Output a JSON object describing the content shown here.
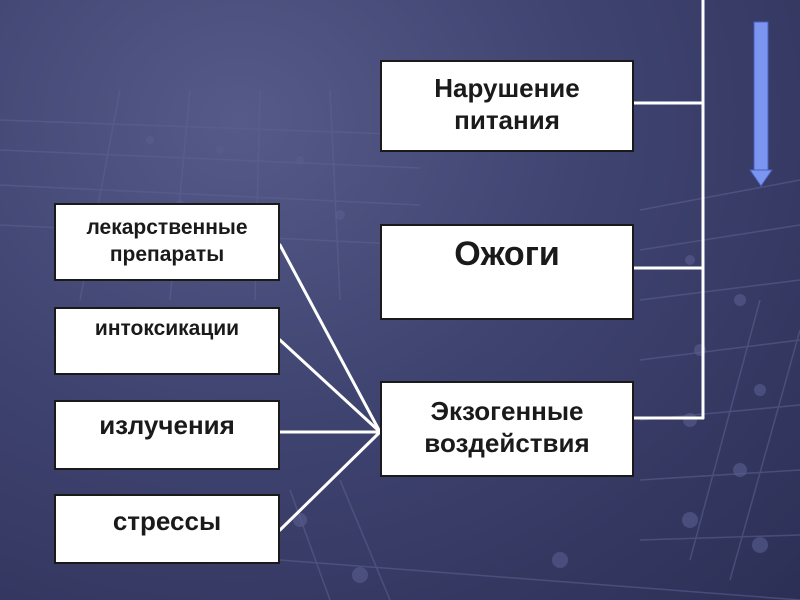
{
  "boxes": {
    "narushenie": "Нарушение\nпитания",
    "ozhogi": "Ожоги",
    "ekzogen": "Экзогенные\nвоздействия",
    "lekarstva": "лекарственные\nпрепараты",
    "intoks": "интоксикации",
    "izluch": "излучения",
    "stress": "стрессы"
  },
  "colors": {
    "background": "#3f4370",
    "connector": "#ffffff",
    "arrow": "#6f8cf0"
  },
  "icons": {
    "arrow": "down-arrow-icon"
  }
}
